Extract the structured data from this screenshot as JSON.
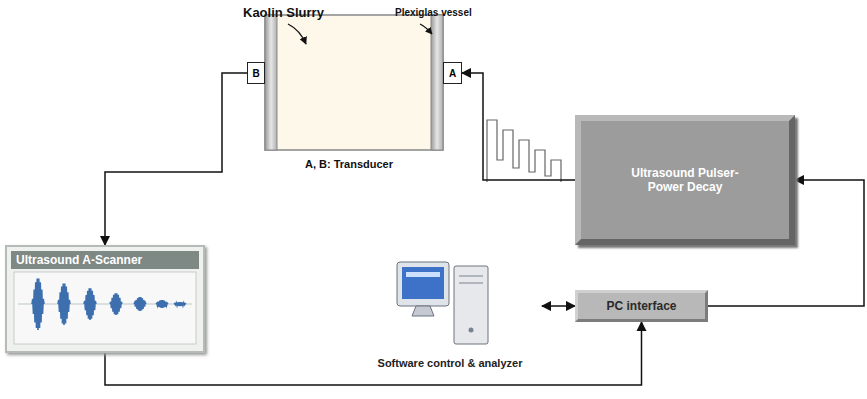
{
  "diagram": {
    "nodes": [
      {
        "text": [
          "B"
        ]
      },
      {
        "text": [
          "A"
        ]
      },
      {
        "text": [
          "Ultrasound Pulser-Power Decay"
        ]
      },
      {
        "text": [
          "Ultrasound A-Scanner"
        ]
      },
      {
        "text": [
          "PC interface"
        ]
      },
      {
        "text": [
          "Software control & analyzer"
        ]
      }
    ],
    "edges": [
      {
        "from": 2,
        "to": 1,
        "arrow": "to"
      },
      {
        "from": 0,
        "to": 3,
        "arrow": "to"
      },
      {
        "from": 3,
        "to": 4,
        "arrow": "to"
      },
      {
        "from": 4,
        "to": 5,
        "arrow": "both"
      },
      {
        "from": 4,
        "to": 2,
        "arrow": "to"
      }
    ],
    "labels": [
      "Kaolin Slurry",
      "Plexiglas vessel",
      "A, B: Transducer"
    ]
  }
}
